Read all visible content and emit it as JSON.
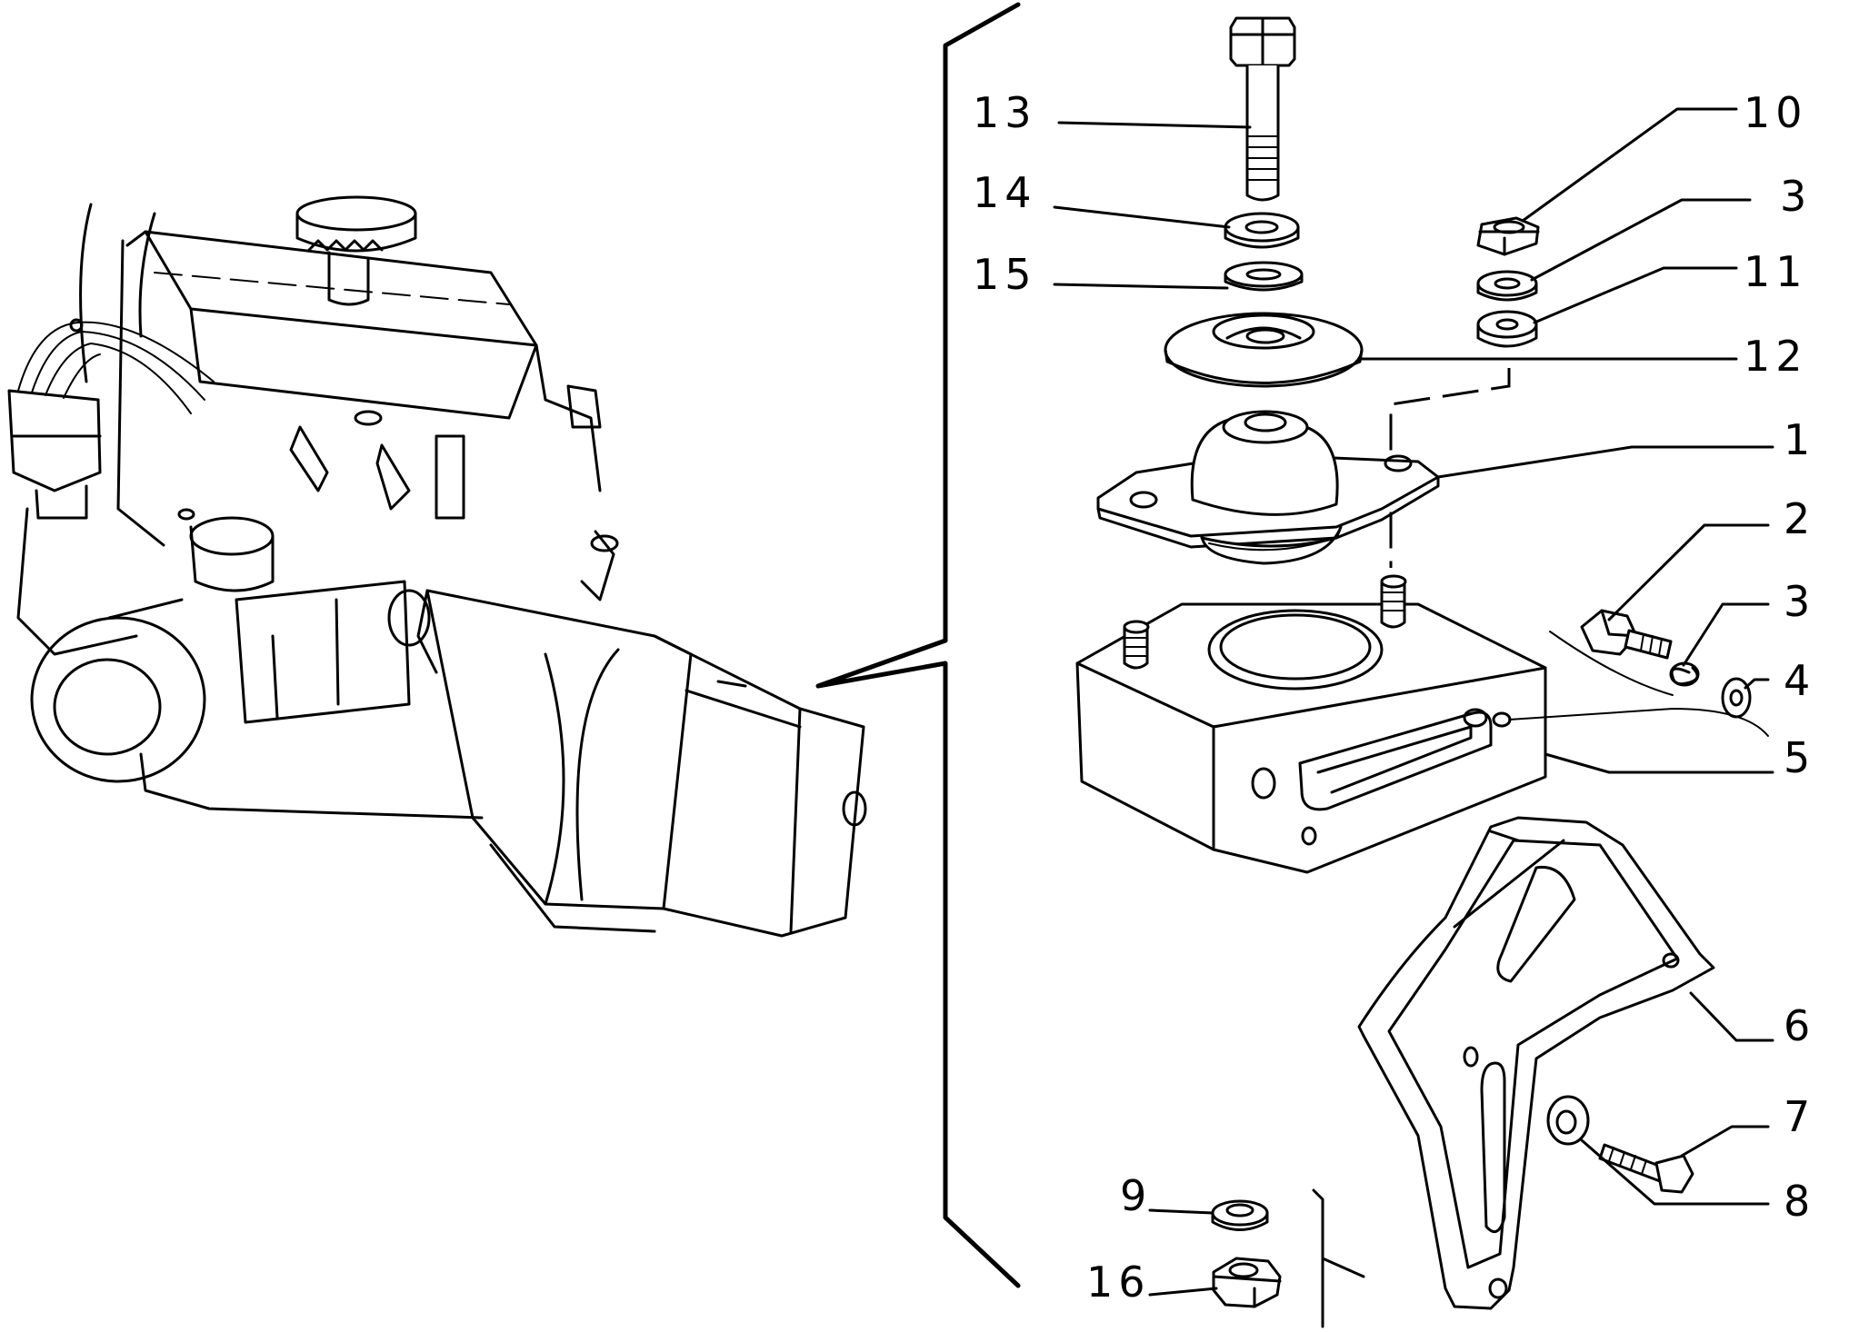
{
  "diagram": {
    "callouts": [
      {
        "id": "13",
        "label": "13"
      },
      {
        "id": "14",
        "label": "14"
      },
      {
        "id": "15",
        "label": "15"
      },
      {
        "id": "10",
        "label": "10"
      },
      {
        "id": "3a",
        "label": "3"
      },
      {
        "id": "11",
        "label": "11"
      },
      {
        "id": "12",
        "label": "12"
      },
      {
        "id": "1",
        "label": "1"
      },
      {
        "id": "2",
        "label": "2"
      },
      {
        "id": "3b",
        "label": "3"
      },
      {
        "id": "4",
        "label": "4"
      },
      {
        "id": "5",
        "label": "5"
      },
      {
        "id": "6",
        "label": "6"
      },
      {
        "id": "7",
        "label": "7"
      },
      {
        "id": "8",
        "label": "8"
      },
      {
        "id": "9",
        "label": "9"
      },
      {
        "id": "16",
        "label": "16"
      }
    ]
  }
}
